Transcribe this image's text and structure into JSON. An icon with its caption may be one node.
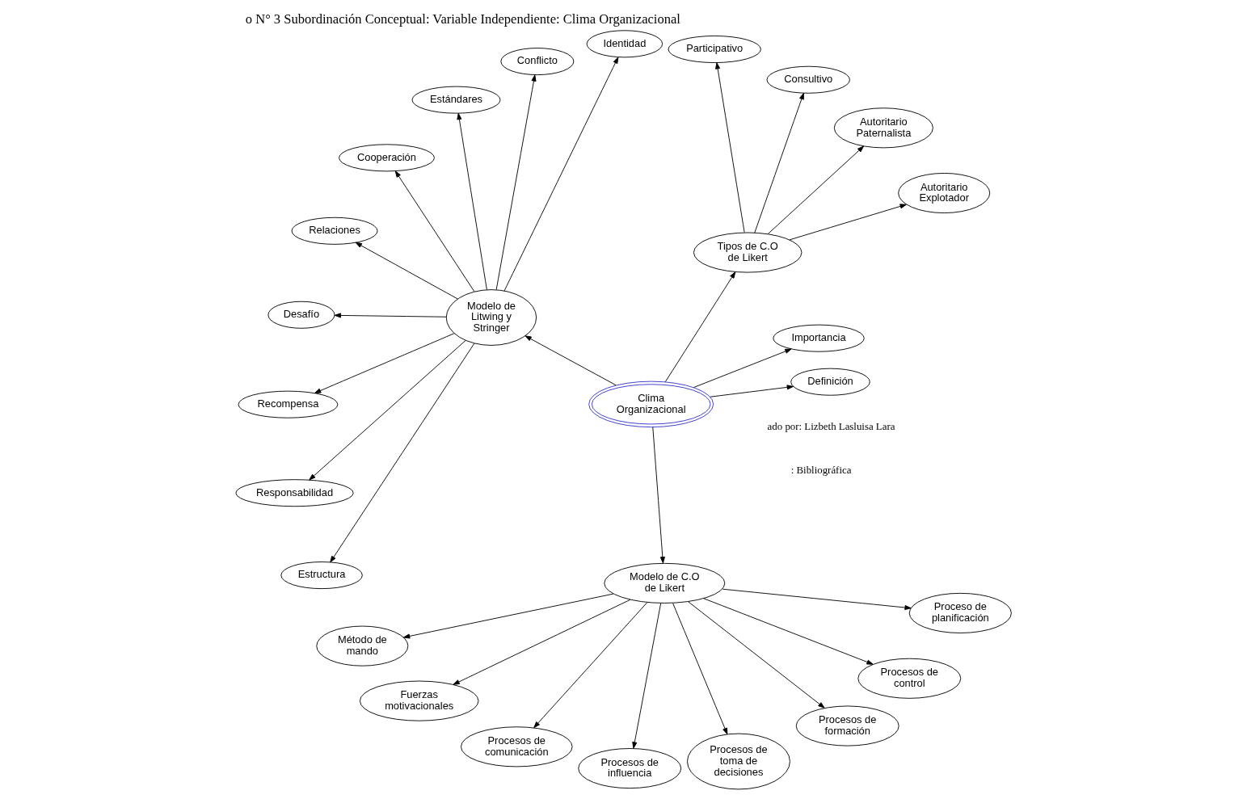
{
  "diagram": {
    "title": "o N° 3 Subordinación Conceptual: Variable Independiente: Clima Organizacional",
    "nodes": [
      {
        "text": [
          "Clima Organizacional"
        ]
      },
      {
        "text": [
          "Definición"
        ]
      },
      {
        "text": [
          "Importancia"
        ]
      },
      {
        "text": [
          "Tipos de C.O de Likert"
        ]
      },
      {
        "text": [
          "Autoritario Explotador"
        ]
      },
      {
        "text": [
          "Autoritario Paternalista"
        ]
      },
      {
        "text": [
          "Consultivo"
        ]
      },
      {
        "text": [
          "Participativo"
        ]
      },
      {
        "text": [
          "Modelo de Litwing y Stringer"
        ]
      },
      {
        "text": [
          "Identidad"
        ]
      },
      {
        "text": [
          "Conflicto"
        ]
      },
      {
        "text": [
          "Estándares"
        ]
      },
      {
        "text": [
          "Cooperación"
        ]
      },
      {
        "text": [
          "Relaciones"
        ]
      },
      {
        "text": [
          "Desafío"
        ]
      },
      {
        "text": [
          "Recompensa"
        ]
      },
      {
        "text": [
          "Responsabilidad"
        ]
      },
      {
        "text": [
          "Estructura"
        ]
      },
      {
        "text": [
          "Modelo de C.O de Likert"
        ]
      },
      {
        "text": [
          "Método de mando"
        ]
      },
      {
        "text": [
          "Fuerzas motivacionales"
        ]
      },
      {
        "text": [
          "Procesos de comunicación"
        ]
      },
      {
        "text": [
          "Procesos de influencia"
        ]
      },
      {
        "text": [
          "Procesos de toma de decisiones"
        ]
      },
      {
        "text": [
          "Procesos de formación"
        ]
      },
      {
        "text": [
          "Procesos de control"
        ]
      },
      {
        "text": [
          "Proceso de planificación"
        ]
      }
    ],
    "edges": [
      {
        "from": 0,
        "to": 1,
        "arrow": "to"
      },
      {
        "from": 0,
        "to": 2,
        "arrow": "to"
      },
      {
        "from": 0,
        "to": 3,
        "arrow": "to"
      },
      {
        "from": 0,
        "to": 8,
        "arrow": "to"
      },
      {
        "from": 0,
        "to": 18,
        "arrow": "to"
      },
      {
        "from": 3,
        "to": 4,
        "arrow": "to"
      },
      {
        "from": 3,
        "to": 5,
        "arrow": "to"
      },
      {
        "from": 3,
        "to": 6,
        "arrow": "to"
      },
      {
        "from": 3,
        "to": 7,
        "arrow": "to"
      },
      {
        "from": 8,
        "to": 9,
        "arrow": "to"
      },
      {
        "from": 8,
        "to": 10,
        "arrow": "to"
      },
      {
        "from": 8,
        "to": 11,
        "arrow": "to"
      },
      {
        "from": 8,
        "to": 12,
        "arrow": "to"
      },
      {
        "from": 8,
        "to": 13,
        "arrow": "to"
      },
      {
        "from": 8,
        "to": 14,
        "arrow": "to"
      },
      {
        "from": 8,
        "to": 15,
        "arrow": "to"
      },
      {
        "from": 8,
        "to": 16,
        "arrow": "to"
      },
      {
        "from": 8,
        "to": 17,
        "arrow": "to"
      },
      {
        "from": 18,
        "to": 19,
        "arrow": "to"
      },
      {
        "from": 18,
        "to": 20,
        "arrow": "to"
      },
      {
        "from": 18,
        "to": 21,
        "arrow": "to"
      },
      {
        "from": 18,
        "to": 22,
        "arrow": "to"
      },
      {
        "from": 18,
        "to": 23,
        "arrow": "to"
      },
      {
        "from": 18,
        "to": 24,
        "arrow": "to"
      },
      {
        "from": 18,
        "to": 25,
        "arrow": "to"
      },
      {
        "from": 18,
        "to": 26,
        "arrow": "to"
      }
    ],
    "labels": [
      ": Bibliográfica",
      "ado por: Lizbeth Lasluisa Lara"
    ]
  }
}
